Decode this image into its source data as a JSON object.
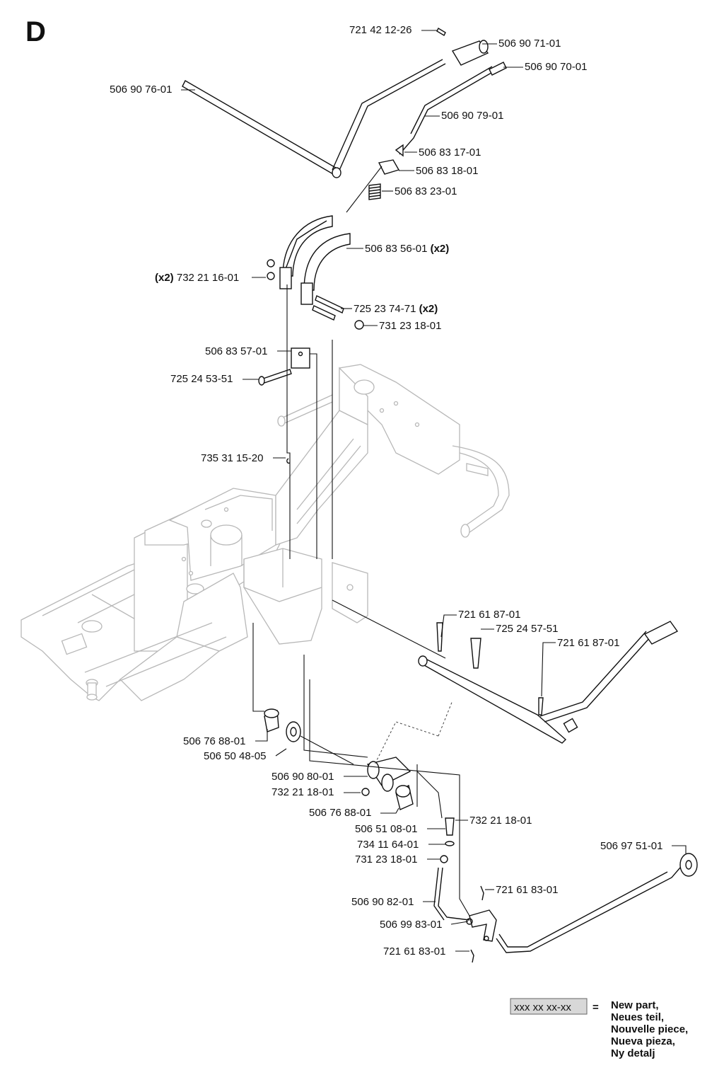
{
  "section_letter": "D",
  "parts": [
    {
      "id": "p1",
      "number": "721 42 12-26"
    },
    {
      "id": "p2",
      "number": "506 90 71-01"
    },
    {
      "id": "p3",
      "number": "506 90 70-01"
    },
    {
      "id": "p4",
      "number": "506 90 76-01"
    },
    {
      "id": "p5",
      "number": "506 90 79-01"
    },
    {
      "id": "p6",
      "number": "506 83 17-01"
    },
    {
      "id": "p7",
      "number": "506 83 18-01"
    },
    {
      "id": "p8",
      "number": "506 83 23-01"
    },
    {
      "id": "p9",
      "number": "506 83 56-01",
      "qty": "(x2)"
    },
    {
      "id": "p10",
      "number": "732 21 16-01",
      "qty": "(x2)"
    },
    {
      "id": "p11",
      "number": "725 23 74-71",
      "qty": "(x2)"
    },
    {
      "id": "p12",
      "number": "731 23 18-01"
    },
    {
      "id": "p13",
      "number": "506 83 57-01"
    },
    {
      "id": "p14",
      "number": "725 24 53-51"
    },
    {
      "id": "p15",
      "number": "735 31 15-20"
    },
    {
      "id": "p16",
      "number": "721 61 87-01"
    },
    {
      "id": "p17",
      "number": "725 24 57-51"
    },
    {
      "id": "p18",
      "number": "721 61 87-01"
    },
    {
      "id": "p19",
      "number": "506 76 88-01"
    },
    {
      "id": "p20",
      "number": "506 50 48-05"
    },
    {
      "id": "p21",
      "number": "506 90 80-01"
    },
    {
      "id": "p22",
      "number": "732 21 18-01"
    },
    {
      "id": "p23",
      "number": "506 76 88-01"
    },
    {
      "id": "p24",
      "number": "732 21 18-01"
    },
    {
      "id": "p25",
      "number": "506 51 08-01"
    },
    {
      "id": "p26",
      "number": "734 11 64-01"
    },
    {
      "id": "p27",
      "number": "731 23 18-01"
    },
    {
      "id": "p28",
      "number": "506 97 51-01"
    },
    {
      "id": "p29",
      "number": "721 61 83-01"
    },
    {
      "id": "p30",
      "number": "506 90 82-01"
    },
    {
      "id": "p31",
      "number": "506 99 83-01"
    },
    {
      "id": "p32",
      "number": "721 61 83-01"
    }
  ],
  "legend": {
    "swatch_text": "xxx xx xx-xx",
    "equals": "=",
    "lines": [
      "New part,",
      "Neues teil,",
      "Nouvelle piece,",
      "Nueva pieza,",
      "Ny detalj"
    ]
  }
}
